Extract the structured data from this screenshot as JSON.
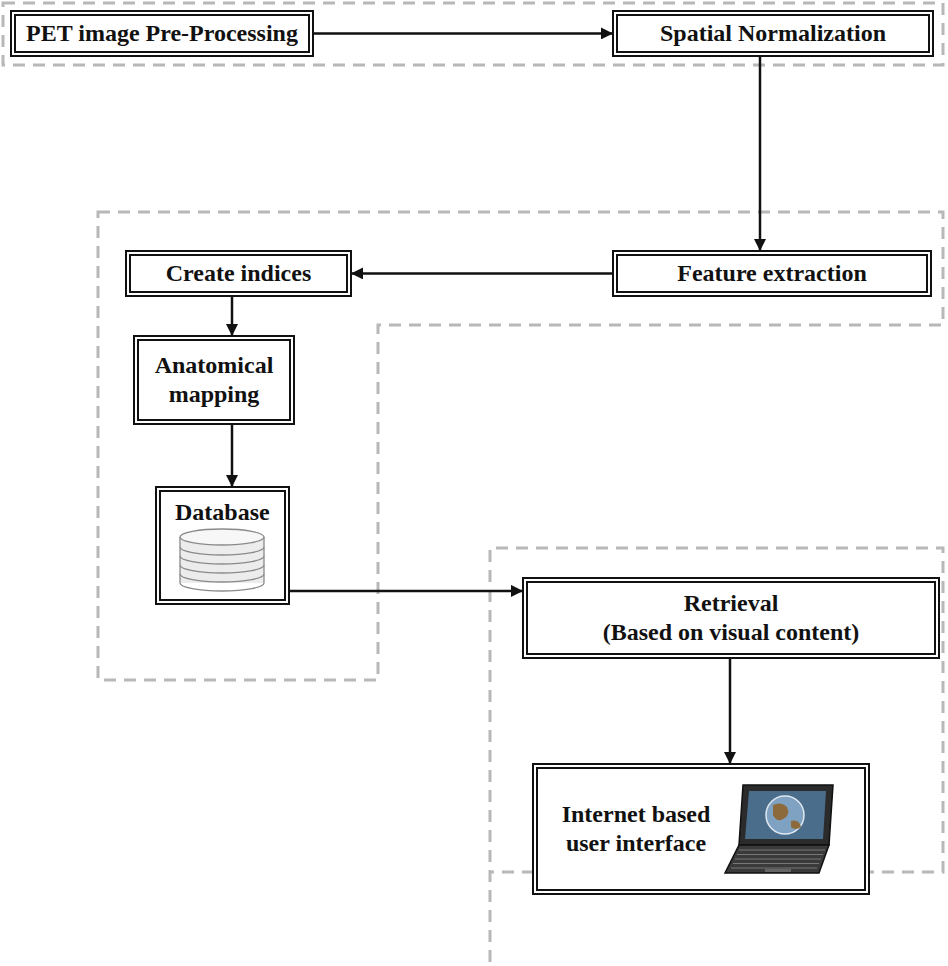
{
  "diagram": {
    "nodes": [
      {
        "text": [
          "PET image Pre-Processing"
        ]
      },
      {
        "text": [
          "Spatial Normalization"
        ]
      },
      {
        "text": [
          "Feature extraction"
        ]
      },
      {
        "text": [
          "Create indices"
        ]
      },
      {
        "text": [
          "Anatomical mapping"
        ]
      },
      {
        "text": [
          "Database"
        ]
      },
      {
        "text": [
          "Retrieval",
          "(Based on visual content)"
        ]
      },
      {
        "text": [
          "Internet based user interface"
        ]
      }
    ],
    "edges": [
      {
        "from": 0,
        "to": 1,
        "arrow": "to"
      },
      {
        "from": 1,
        "to": 2,
        "arrow": "to"
      },
      {
        "from": 2,
        "to": 3,
        "arrow": "to"
      },
      {
        "from": 3,
        "to": 4,
        "arrow": "to"
      },
      {
        "from": 4,
        "to": 5,
        "arrow": "to"
      },
      {
        "from": 5,
        "to": 6,
        "arrow": "to"
      },
      {
        "from": 6,
        "to": 7,
        "arrow": "to"
      }
    ]
  }
}
